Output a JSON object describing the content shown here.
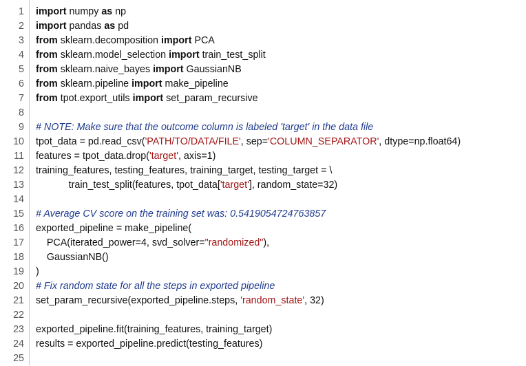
{
  "editor": {
    "lines": [
      {
        "no": "1",
        "parts": [
          {
            "t": "import",
            "c": "kw"
          },
          {
            "t": " numpy "
          },
          {
            "t": "as",
            "c": "kw"
          },
          {
            "t": " np"
          }
        ]
      },
      {
        "no": "2",
        "parts": [
          {
            "t": "import",
            "c": "kw"
          },
          {
            "t": " pandas "
          },
          {
            "t": "as",
            "c": "kw"
          },
          {
            "t": " pd"
          }
        ]
      },
      {
        "no": "3",
        "parts": [
          {
            "t": "from",
            "c": "kw"
          },
          {
            "t": " sklearn.decomposition "
          },
          {
            "t": "import",
            "c": "kw"
          },
          {
            "t": " PCA"
          }
        ]
      },
      {
        "no": "4",
        "parts": [
          {
            "t": "from",
            "c": "kw"
          },
          {
            "t": " sklearn.model_selection "
          },
          {
            "t": "import",
            "c": "kw"
          },
          {
            "t": " train_test_split"
          }
        ]
      },
      {
        "no": "5",
        "parts": [
          {
            "t": "from",
            "c": "kw"
          },
          {
            "t": " sklearn.naive_bayes "
          },
          {
            "t": "import",
            "c": "kw"
          },
          {
            "t": " GaussianNB"
          }
        ]
      },
      {
        "no": "6",
        "parts": [
          {
            "t": "from",
            "c": "kw"
          },
          {
            "t": " sklearn.pipeline "
          },
          {
            "t": "import",
            "c": "kw"
          },
          {
            "t": " make_pipeline"
          }
        ]
      },
      {
        "no": "7",
        "parts": [
          {
            "t": "from",
            "c": "kw"
          },
          {
            "t": " tpot.export_utils "
          },
          {
            "t": "import",
            "c": "kw"
          },
          {
            "t": " set_param_recursive"
          }
        ]
      },
      {
        "no": "8",
        "parts": []
      },
      {
        "no": "9",
        "parts": [
          {
            "t": "# NOTE: Make sure that the outcome column is labeled 'target' in the data file",
            "c": "cm"
          }
        ]
      },
      {
        "no": "10",
        "parts": [
          {
            "t": "tpot_data = pd.read_csv("
          },
          {
            "t": "'PATH/TO/DATA/FILE'",
            "c": "str"
          },
          {
            "t": ", sep="
          },
          {
            "t": "'COLUMN_SEPARATOR'",
            "c": "str"
          },
          {
            "t": ", dtype=np.float64)"
          }
        ]
      },
      {
        "no": "11",
        "parts": [
          {
            "t": "features = tpot_data.drop("
          },
          {
            "t": "'target'",
            "c": "str"
          },
          {
            "t": ", axis=1)"
          }
        ]
      },
      {
        "no": "12",
        "parts": [
          {
            "t": "training_features, testing_features, training_target, testing_target = \\"
          }
        ]
      },
      {
        "no": "13",
        "parts": [
          {
            "t": "            train_test_split(features, tpot_data["
          },
          {
            "t": "'target'",
            "c": "str"
          },
          {
            "t": "], random_state=32)"
          }
        ]
      },
      {
        "no": "14",
        "parts": []
      },
      {
        "no": "15",
        "parts": [
          {
            "t": "# Average CV score on the training set was: 0.5419054724763857",
            "c": "cm"
          }
        ]
      },
      {
        "no": "16",
        "parts": [
          {
            "t": "exported_pipeline = make_pipeline("
          }
        ]
      },
      {
        "no": "17",
        "parts": [
          {
            "t": "    PCA(iterated_power=4, svd_solver="
          },
          {
            "t": "\"randomized\"",
            "c": "str"
          },
          {
            "t": "),"
          }
        ]
      },
      {
        "no": "18",
        "parts": [
          {
            "t": "    GaussianNB()"
          }
        ]
      },
      {
        "no": "19",
        "parts": [
          {
            "t": ")"
          }
        ]
      },
      {
        "no": "20",
        "parts": [
          {
            "t": "# Fix random state for all the steps in exported pipeline",
            "c": "cm"
          }
        ]
      },
      {
        "no": "21",
        "parts": [
          {
            "t": "set_param_recursive(exported_pipeline.steps, "
          },
          {
            "t": "'random_state'",
            "c": "str"
          },
          {
            "t": ", 32)"
          }
        ]
      },
      {
        "no": "22",
        "parts": []
      },
      {
        "no": "23",
        "parts": [
          {
            "t": "exported_pipeline.fit(training_features, training_target)"
          }
        ]
      },
      {
        "no": "24",
        "parts": [
          {
            "t": "results = exported_pipeline.predict(testing_features)"
          }
        ]
      },
      {
        "no": "25",
        "parts": []
      }
    ]
  }
}
